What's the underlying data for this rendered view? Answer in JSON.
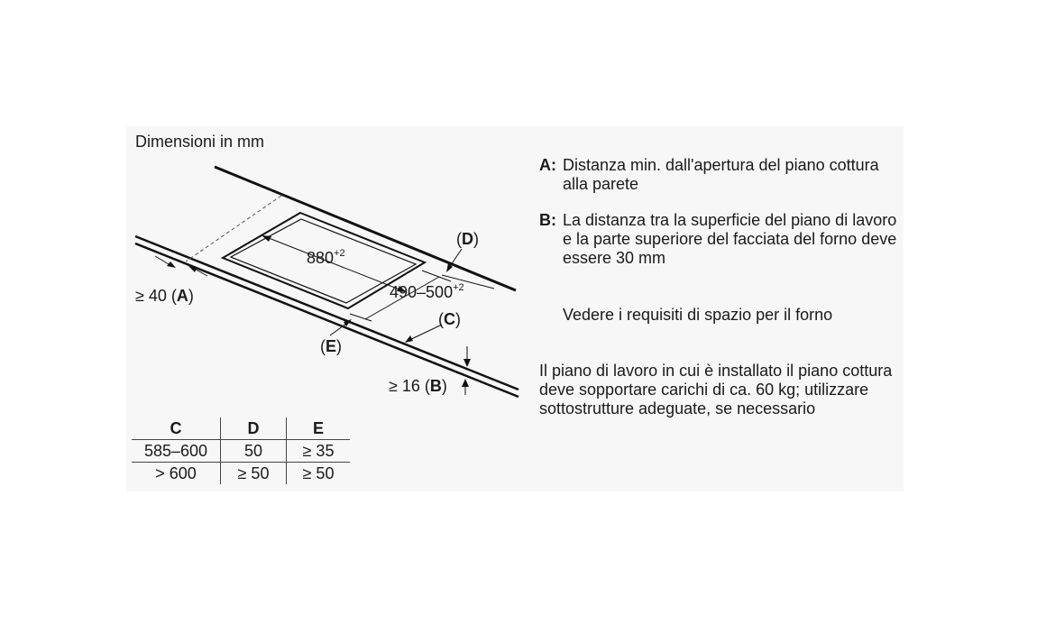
{
  "title": "Dimensioni in mm",
  "diagram": {
    "width_label": "880",
    "width_tol": "+2",
    "depth_label": "490–500",
    "depth_tol": "+2",
    "label_d": "D",
    "label_c": "C",
    "label_e": "E",
    "label_a_prefix": "≥ 40",
    "label_a": "A",
    "label_b_prefix": "≥ 16",
    "label_b": "B"
  },
  "table": {
    "headers": [
      "C",
      "D",
      "E"
    ],
    "rows": [
      [
        "585–600",
        "50",
        "≥ 35"
      ],
      [
        "> 600",
        "≥ 50",
        "≥ 50"
      ]
    ]
  },
  "legend": [
    {
      "key": "A:",
      "text": "Distanza min. dall'apertura del piano cottura alla parete"
    },
    {
      "key": "B:",
      "text": "La distanza tra la superficie del piano di lavoro e la parte superiore del facciata del forno deve essere 30 mm"
    }
  ],
  "oven_note": "Vedere i requisiti di spazio per il forno",
  "load_note": "Il piano di lavoro in cui è installato il piano cottura deve sopportare carichi di ca. 60 kg; utilizzare sottostrutture adeguate, se necessario"
}
